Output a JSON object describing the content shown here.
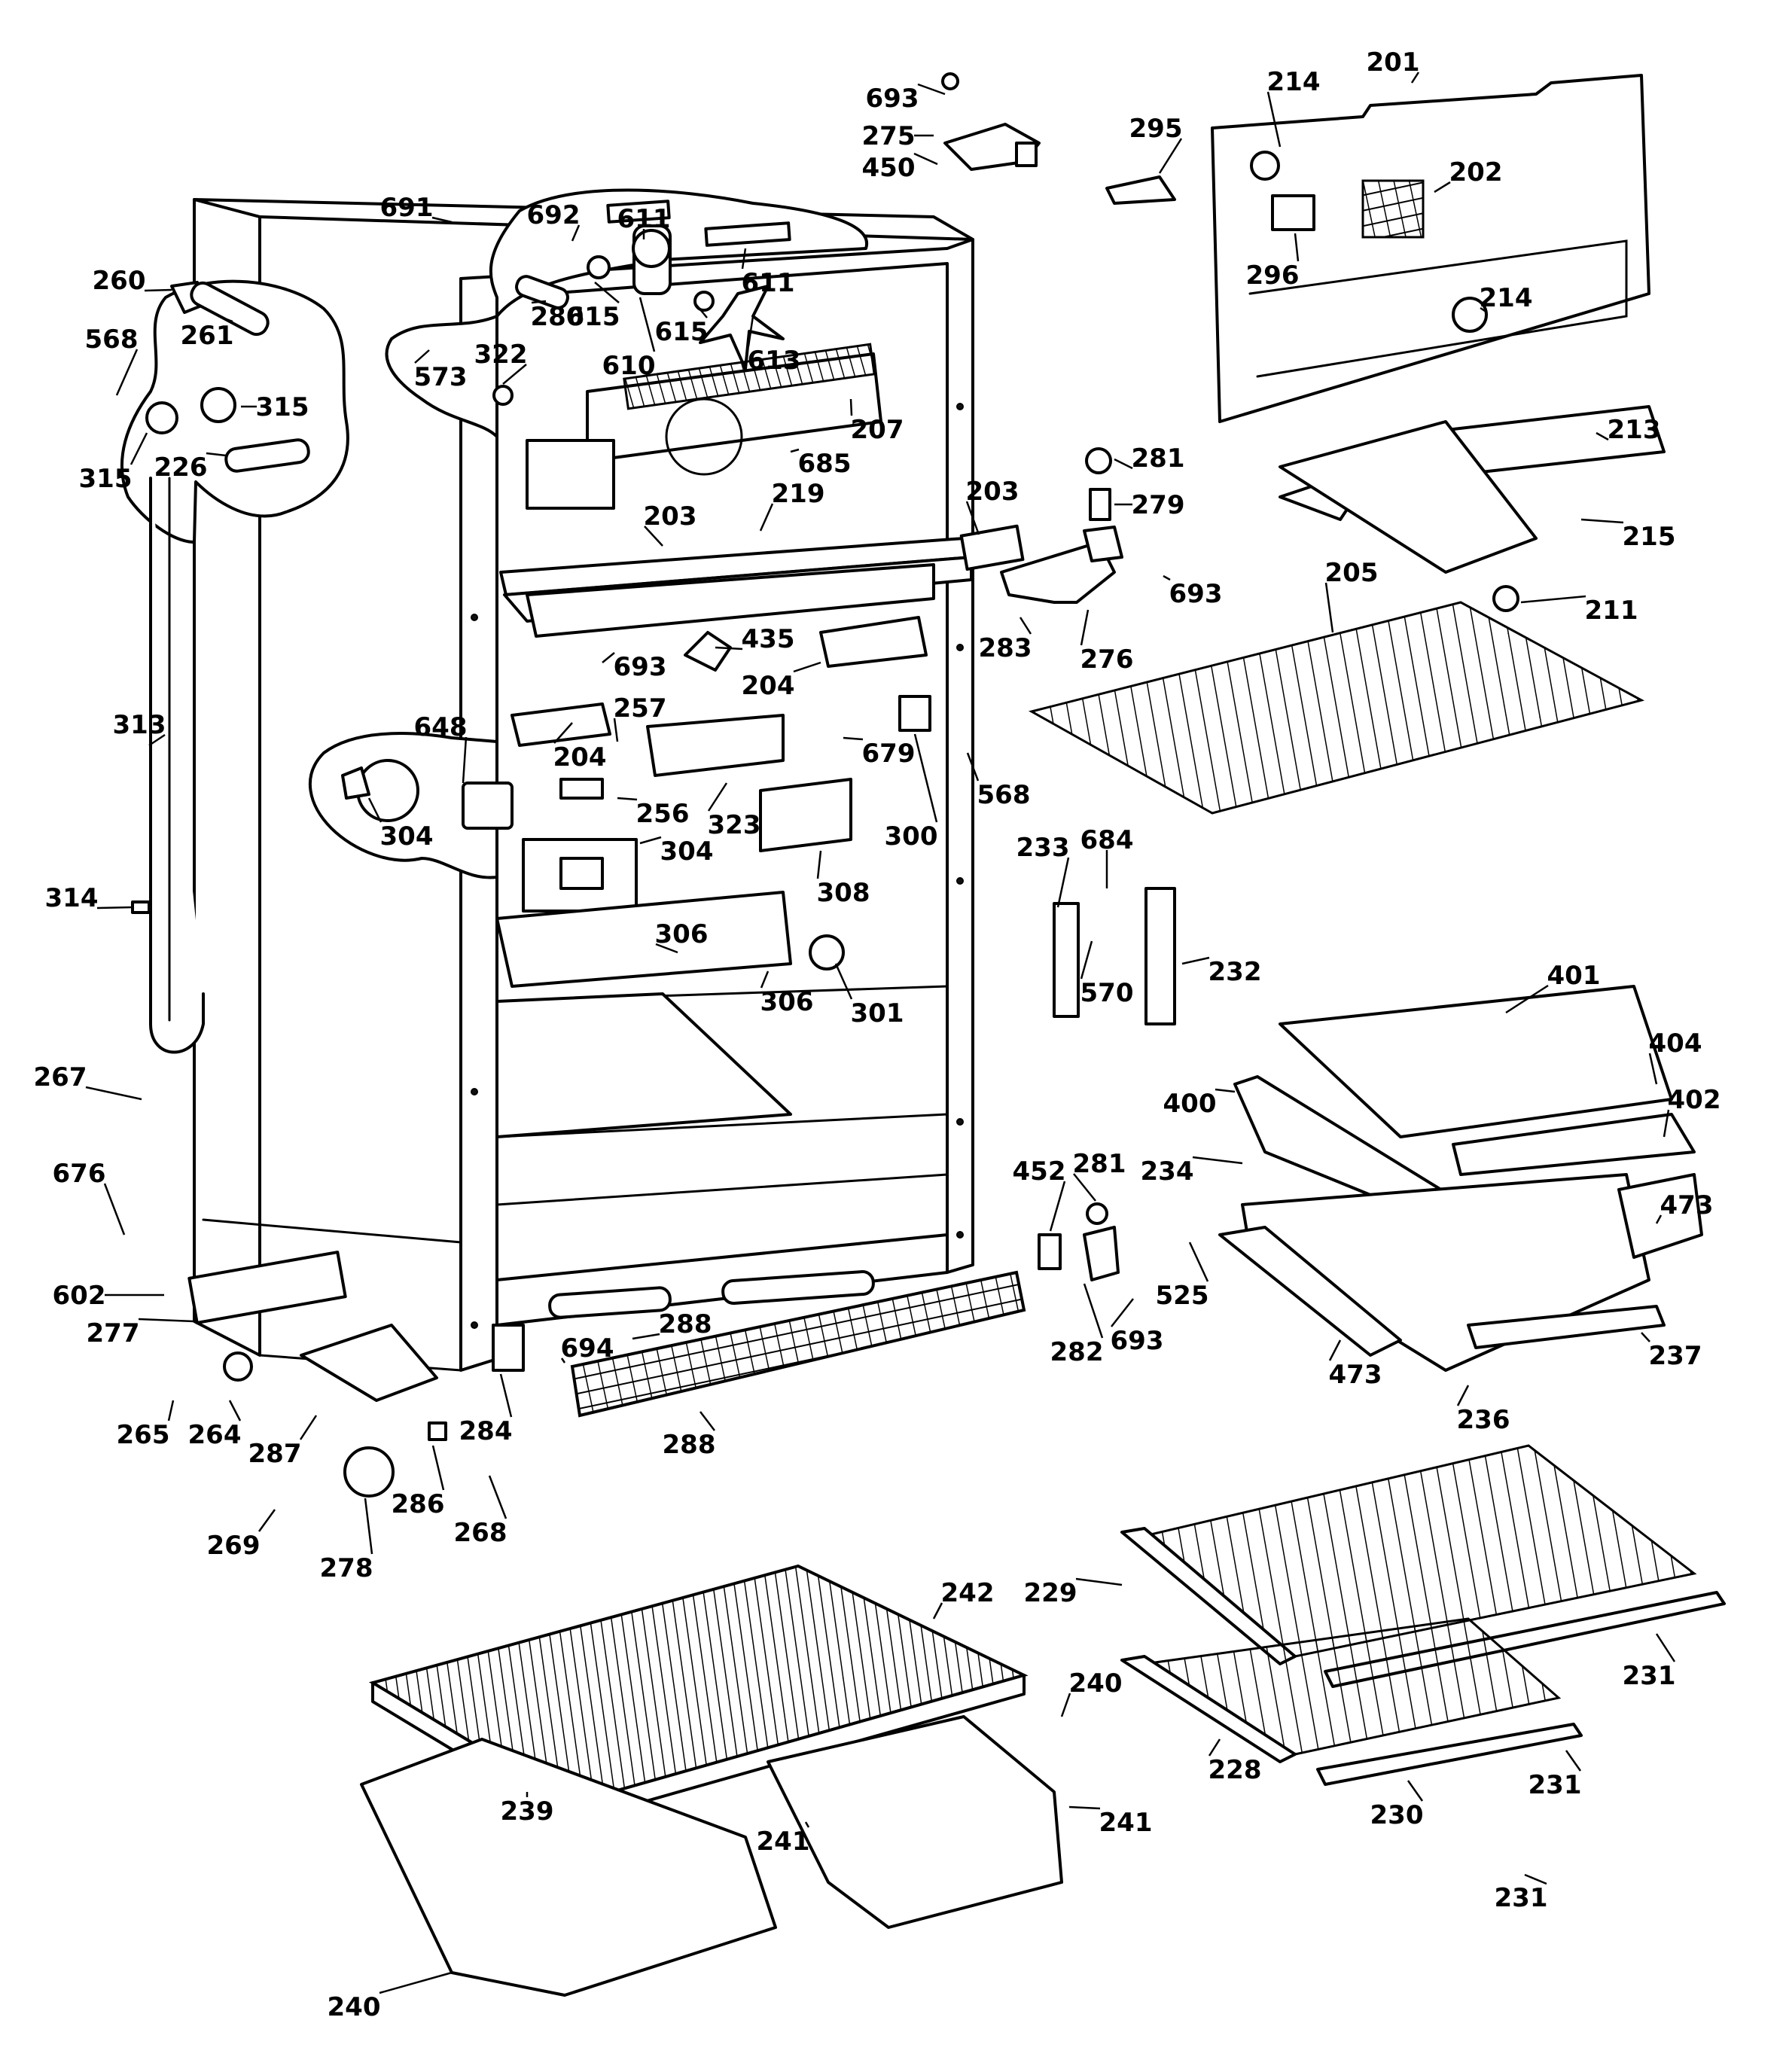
{
  "diagram": {
    "type": "exploded parts diagram",
    "subject": "refrigerator cabinet and components",
    "labels": [
      "201",
      "202",
      "203",
      "204",
      "205",
      "207",
      "211",
      "213",
      "214",
      "215",
      "219",
      "226",
      "228",
      "229",
      "230",
      "231",
      "232",
      "233",
      "234",
      "236",
      "237",
      "239",
      "240",
      "241",
      "242",
      "256",
      "257",
      "260",
      "261",
      "264",
      "265",
      "267",
      "268",
      "269",
      "275",
      "276",
      "277",
      "278",
      "279",
      "280",
      "281",
      "282",
      "283",
      "284",
      "286",
      "287",
      "288",
      "295",
      "296",
      "300",
      "301",
      "304",
      "306",
      "308",
      "313",
      "314",
      "315",
      "322",
      "323",
      "400",
      "401",
      "402",
      "404",
      "435",
      "450",
      "452",
      "473",
      "525",
      "568",
      "570",
      "573",
      "602",
      "610",
      "611",
      "613",
      "615",
      "648",
      "676",
      "679",
      "684",
      "685",
      "691",
      "692",
      "693",
      "694"
    ]
  },
  "callouts": [
    {
      "id": "c693a",
      "text": "693"
    },
    {
      "id": "c275",
      "text": "275"
    },
    {
      "id": "c450",
      "text": "450"
    },
    {
      "id": "c691",
      "text": "691"
    },
    {
      "id": "c692",
      "text": "692"
    },
    {
      "id": "c611a",
      "text": "611"
    },
    {
      "id": "c611b",
      "text": "611"
    },
    {
      "id": "c615a",
      "text": "615"
    },
    {
      "id": "c615b",
      "text": "615"
    },
    {
      "id": "c610",
      "text": "610"
    },
    {
      "id": "c613",
      "text": "613"
    },
    {
      "id": "c207",
      "text": "207"
    },
    {
      "id": "c685",
      "text": "685"
    },
    {
      "id": "c280",
      "text": "280"
    },
    {
      "id": "c322",
      "text": "322"
    },
    {
      "id": "c573",
      "text": "573"
    },
    {
      "id": "c260",
      "text": "260"
    },
    {
      "id": "c261",
      "text": "261"
    },
    {
      "id": "c568a",
      "text": "568"
    },
    {
      "id": "c315a",
      "text": "315"
    },
    {
      "id": "c315b",
      "text": "315"
    },
    {
      "id": "c226",
      "text": "226"
    },
    {
      "id": "c313",
      "text": "313"
    },
    {
      "id": "c314",
      "text": "314"
    },
    {
      "id": "c219",
      "text": "219"
    },
    {
      "id": "c203a",
      "text": "203"
    },
    {
      "id": "c203b",
      "text": "203"
    },
    {
      "id": "c693b",
      "text": "693"
    },
    {
      "id": "c435",
      "text": "435"
    },
    {
      "id": "c204a",
      "text": "204"
    },
    {
      "id": "c204b",
      "text": "204"
    },
    {
      "id": "c257",
      "text": "257"
    },
    {
      "id": "c679",
      "text": "679"
    },
    {
      "id": "c256",
      "text": "256"
    },
    {
      "id": "c323",
      "text": "323"
    },
    {
      "id": "c648",
      "text": "648"
    },
    {
      "id": "c304a",
      "text": "304"
    },
    {
      "id": "c304b",
      "text": "304"
    },
    {
      "id": "c308",
      "text": "308"
    },
    {
      "id": "c300",
      "text": "300"
    },
    {
      "id": "c568b",
      "text": "568"
    },
    {
      "id": "c306a",
      "text": "306"
    },
    {
      "id": "c306b",
      "text": "306"
    },
    {
      "id": "c301",
      "text": "301"
    },
    {
      "id": "c283",
      "text": "283"
    },
    {
      "id": "c276",
      "text": "276"
    },
    {
      "id": "c279",
      "text": "279"
    },
    {
      "id": "c281a",
      "text": "281"
    },
    {
      "id": "c693c",
      "text": "693"
    },
    {
      "id": "c201",
      "text": "201"
    },
    {
      "id": "c214a",
      "text": "214"
    },
    {
      "id": "c214b",
      "text": "214"
    },
    {
      "id": "c295",
      "text": "295"
    },
    {
      "id": "c202",
      "text": "202"
    },
    {
      "id": "c296",
      "text": "296"
    },
    {
      "id": "c213",
      "text": "213"
    },
    {
      "id": "c215",
      "text": "215"
    },
    {
      "id": "c211",
      "text": "211"
    },
    {
      "id": "c205",
      "text": "205"
    },
    {
      "id": "c233",
      "text": "233"
    },
    {
      "id": "c684",
      "text": "684"
    },
    {
      "id": "c570",
      "text": "570"
    },
    {
      "id": "c232",
      "text": "232"
    },
    {
      "id": "c401",
      "text": "401"
    },
    {
      "id": "c404",
      "text": "404"
    },
    {
      "id": "c400",
      "text": "400"
    },
    {
      "id": "c402",
      "text": "402"
    },
    {
      "id": "c234",
      "text": "234"
    },
    {
      "id": "c473a",
      "text": "473"
    },
    {
      "id": "c473b",
      "text": "473"
    },
    {
      "id": "c525",
      "text": "525"
    },
    {
      "id": "c237",
      "text": "237"
    },
    {
      "id": "c236",
      "text": "236"
    },
    {
      "id": "c452",
      "text": "452"
    },
    {
      "id": "c281b",
      "text": "281"
    },
    {
      "id": "c282",
      "text": "282"
    },
    {
      "id": "c693d",
      "text": "693"
    },
    {
      "id": "c267",
      "text": "267"
    },
    {
      "id": "c676",
      "text": "676"
    },
    {
      "id": "c602",
      "text": "602"
    },
    {
      "id": "c277",
      "text": "277"
    },
    {
      "id": "c265",
      "text": "265"
    },
    {
      "id": "c264",
      "text": "264"
    },
    {
      "id": "c287",
      "text": "287"
    },
    {
      "id": "c286",
      "text": "286"
    },
    {
      "id": "c278",
      "text": "278"
    },
    {
      "id": "c269",
      "text": "269"
    },
    {
      "id": "c268",
      "text": "268"
    },
    {
      "id": "c284",
      "text": "284"
    },
    {
      "id": "c694",
      "text": "694"
    },
    {
      "id": "c288a",
      "text": "288"
    },
    {
      "id": "c288b",
      "text": "288"
    },
    {
      "id": "c242",
      "text": "242"
    },
    {
      "id": "c239",
      "text": "239"
    },
    {
      "id": "c240a",
      "text": "240"
    },
    {
      "id": "c240b",
      "text": "240"
    },
    {
      "id": "c241a",
      "text": "241"
    },
    {
      "id": "c241b",
      "text": "241"
    },
    {
      "id": "c229",
      "text": "229"
    },
    {
      "id": "c228",
      "text": "228"
    },
    {
      "id": "c230",
      "text": "230"
    },
    {
      "id": "c231a",
      "text": "231"
    },
    {
      "id": "c231b",
      "text": "231"
    },
    {
      "id": "c231c",
      "text": "231"
    }
  ]
}
